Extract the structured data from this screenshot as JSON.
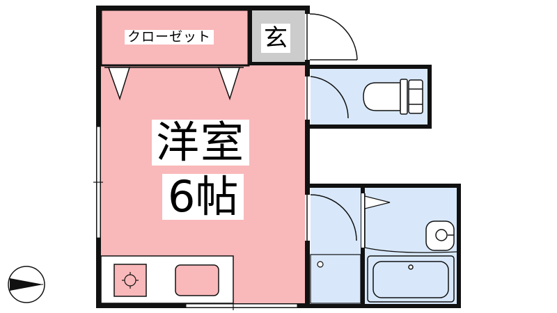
{
  "floor_plan": {
    "room_name": "洋室",
    "room_size": "6帖",
    "closet_label": "クローゼット",
    "entrance_label": "玄",
    "compass_icon": "north-arrow-icon",
    "colors": {
      "room_fill": "#F9B8BA",
      "wet_area_fill": "#D8E8FA",
      "entrance_fill": "#CCCCCC",
      "wall": "#111111"
    }
  }
}
